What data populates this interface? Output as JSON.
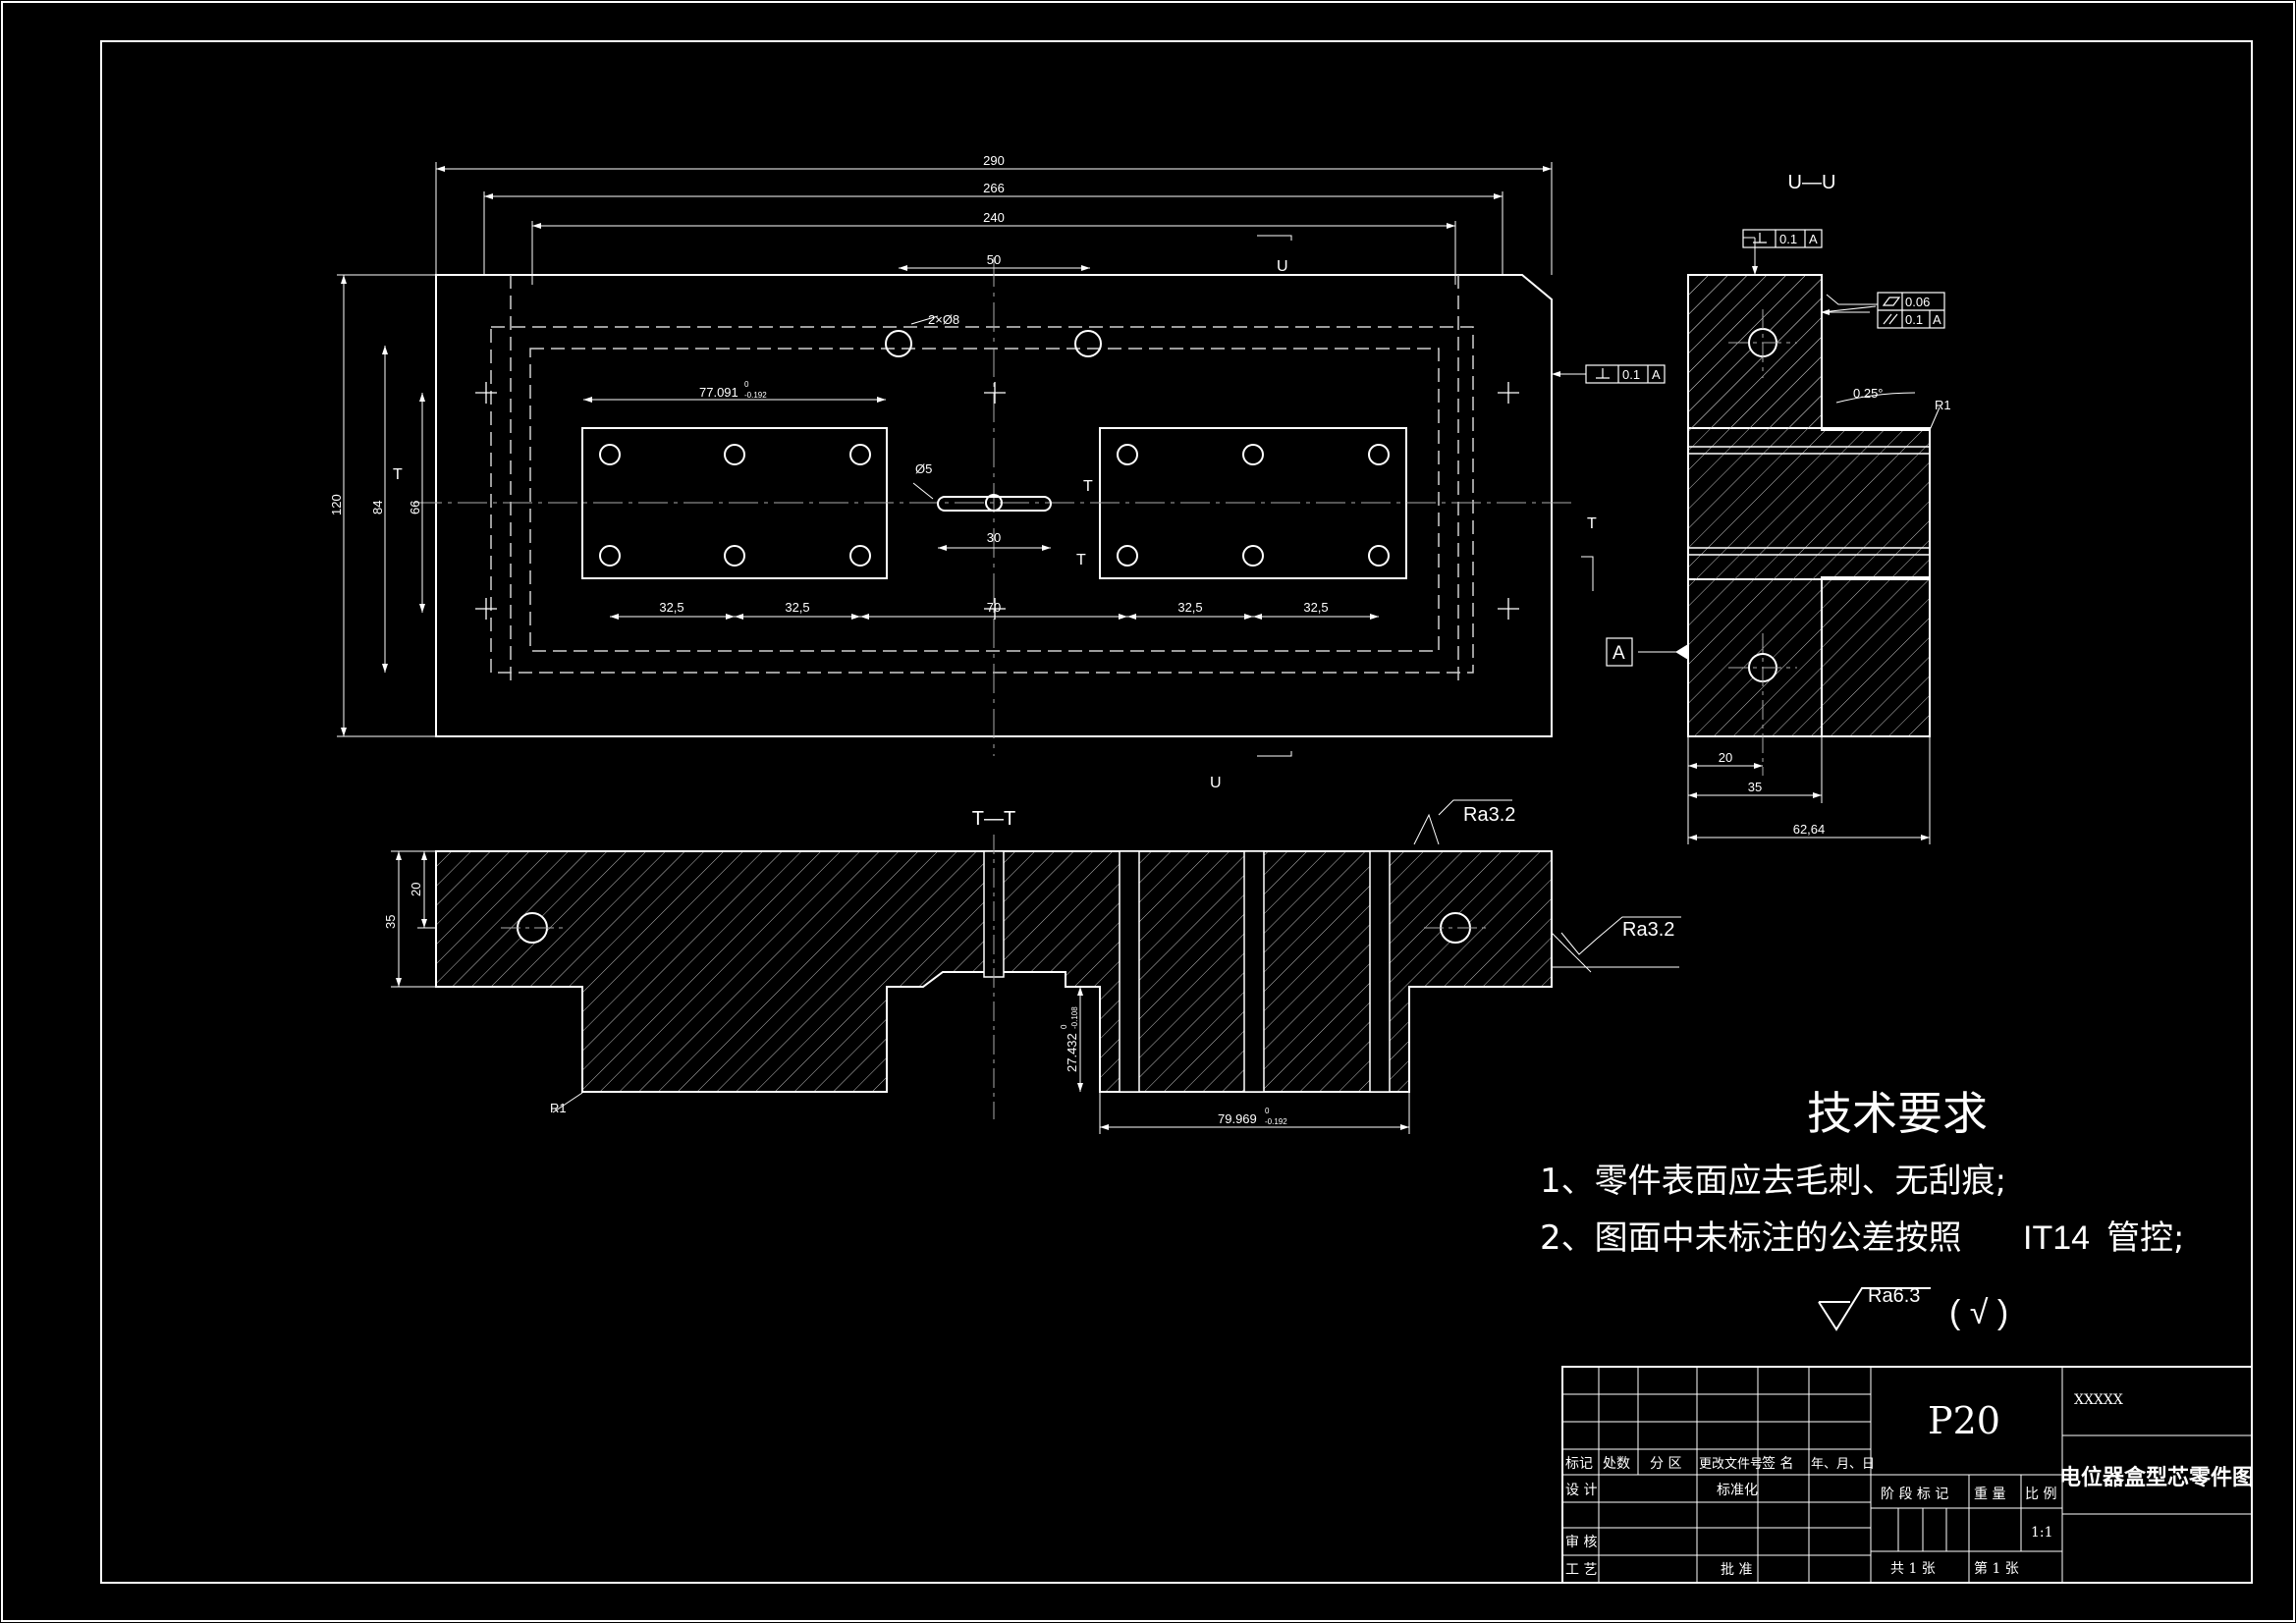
{
  "front_view": {
    "dimensions": {
      "d290": "290",
      "d266": "266",
      "d240": "240",
      "d50": "50",
      "holes": "2×Ø8",
      "d77": "77.091",
      "d77_tol_up": "0",
      "d77_tol_low": "-0.192",
      "d120": "120",
      "d84": "84",
      "d66": "66",
      "phi5": "Ø5",
      "d30": "30",
      "d32a": "32,5",
      "d32b": "32,5",
      "d70": "70",
      "d32c": "32,5",
      "d32d": "32,5"
    },
    "section_marks": {
      "u_top": "U",
      "u_bottom": "U",
      "t_left": "T",
      "t_mid1": "T",
      "t_mid2": "T",
      "t_right": "T"
    }
  },
  "side_view": {
    "title": "U—U",
    "tol_perp_top": "0.1",
    "datum_a": "A",
    "tol_flat": "0.06",
    "tol_parallel": "0.1",
    "tol_perp_front": "0.1",
    "angle": "0.25°",
    "r1": "R1",
    "datum_label": "A",
    "d20": "20",
    "d35": "35",
    "d62": "62,64"
  },
  "section_view": {
    "title": "T—T",
    "ra_top": "Ra3.2",
    "ra_right": "Ra3.2",
    "d35": "35",
    "d20": "20",
    "r1": "R1",
    "d27": "27.432",
    "d27_tol_up": "0",
    "d27_tol_low": "-0.108",
    "d79": "79.969",
    "d79_tol_up": "0",
    "d79_tol_low": "-0.192"
  },
  "requirements": {
    "title": "技术要求",
    "item1": "1、零件表面应去毛刺、无刮痕;",
    "item2_a": "2、图面中未标注的公差按照",
    "item2_b": "IT14",
    "item2_c": "管控;",
    "roughness": "Ra6.3",
    "check": "( √ )"
  },
  "title_block": {
    "code": "P20",
    "company": "XXXXX",
    "drawing_name": "电位器盒型芯零件图",
    "mark": "标记",
    "count": "处数",
    "zone": "分 区",
    "change_doc": "更改文件号",
    "sign": "签 名",
    "date": "年、月、日",
    "design": "设 计",
    "standard": "标准化",
    "stage": "阶 段 标 记",
    "weight": "重 量",
    "scale_label": "比 例",
    "scale": "1:1",
    "review": "审 核",
    "process": "工 艺",
    "approve": "批 准",
    "sheets_total": "共 1 张",
    "sheet_no": "第 1 张"
  },
  "colors": {
    "background": "#000000",
    "line": "#ffffff",
    "hidden": "#cfcfcf"
  }
}
